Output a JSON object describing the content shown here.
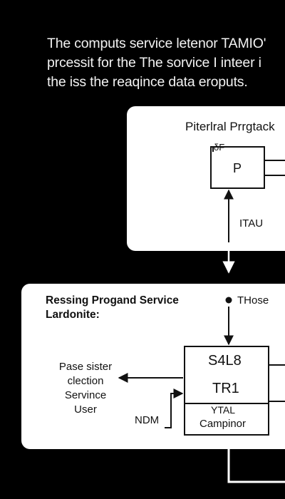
{
  "intro": {
    "line1": "The computs service letenor TAMIO'",
    "line2": "prcessit for the The sorvice I inteer i",
    "line3": "the iss the reaqince data eroputs."
  },
  "top_panel": {
    "title": "Piterlral Prrgtack",
    "box_label": "P",
    "box_tag": "δF",
    "arrow_label": "ITAU"
  },
  "bottom_panel": {
    "title_line1": "Ressing Progand Service",
    "title_line2": "Lardonite:",
    "bullet_label": "● THose",
    "box_top": "S4L8",
    "box_middle": "TR1",
    "box_bottom_line1": "YTAL",
    "box_bottom_line2": "Campinor",
    "left_label": [
      "Pase sister",
      "clection",
      "Servince",
      "User"
    ],
    "input_label": "NDM"
  },
  "colors": {
    "background": "#000000",
    "panel": "#ffffff",
    "ink": "#111111",
    "intro_text": "#f2f2f2"
  }
}
